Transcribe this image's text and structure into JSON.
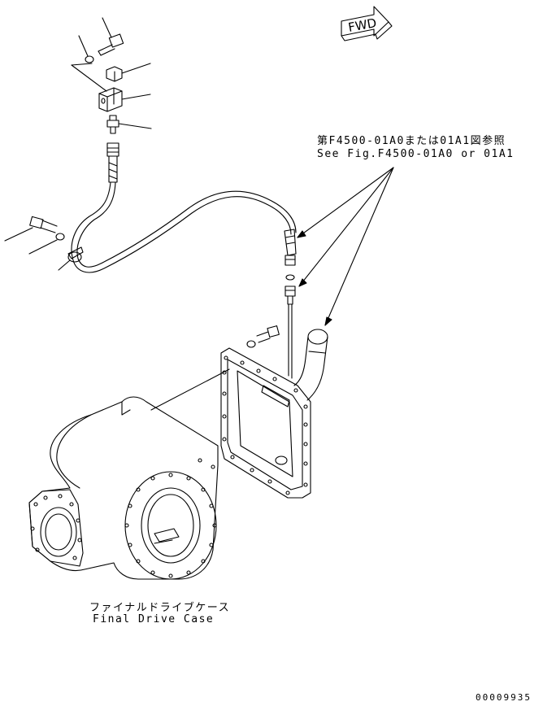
{
  "fwd_label": "FWD",
  "reference": {
    "japanese": "第F4500-01A0または01A1図参照",
    "english": "See Fig.F4500-01A0 or 01A1"
  },
  "final_drive_case": {
    "japanese": "ファイナルドライブケース",
    "english": "Final Drive Case"
  },
  "drawing_number": "00009935"
}
